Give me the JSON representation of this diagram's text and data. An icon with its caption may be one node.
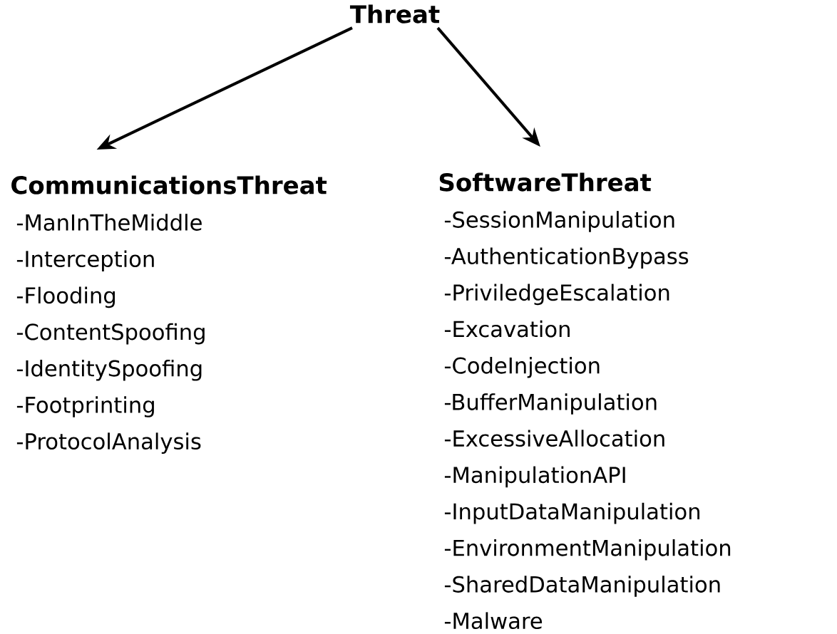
{
  "diagram": {
    "nodes": [
      {
        "text": [
          "Threat"
        ]
      },
      {
        "text": [
          "CommunicationsThreat",
          "-ManInTheMiddle",
          "-Interception",
          "-Flooding",
          "-ContentSpoofing",
          "-IdentitySpoofing",
          "-Footprinting",
          "-ProtocolAnalysis"
        ]
      },
      {
        "text": [
          "SoftwareThreat",
          "-SessionManipulation",
          "-AuthenticationBypass",
          "-PriviledgeEscalation",
          "-Excavation",
          "-CodeInjection",
          "-BufferManipulation",
          "-ExcessiveAllocation",
          "-ManipulationAPI",
          "-InputDataManipulation",
          "-EnvironmentManipulation",
          "-SharedDataManipulation",
          "-Malware"
        ]
      }
    ],
    "edges": [
      {
        "from": 0,
        "to": 1,
        "arrow": "to"
      },
      {
        "from": 0,
        "to": 2,
        "arrow": "to"
      }
    ]
  }
}
